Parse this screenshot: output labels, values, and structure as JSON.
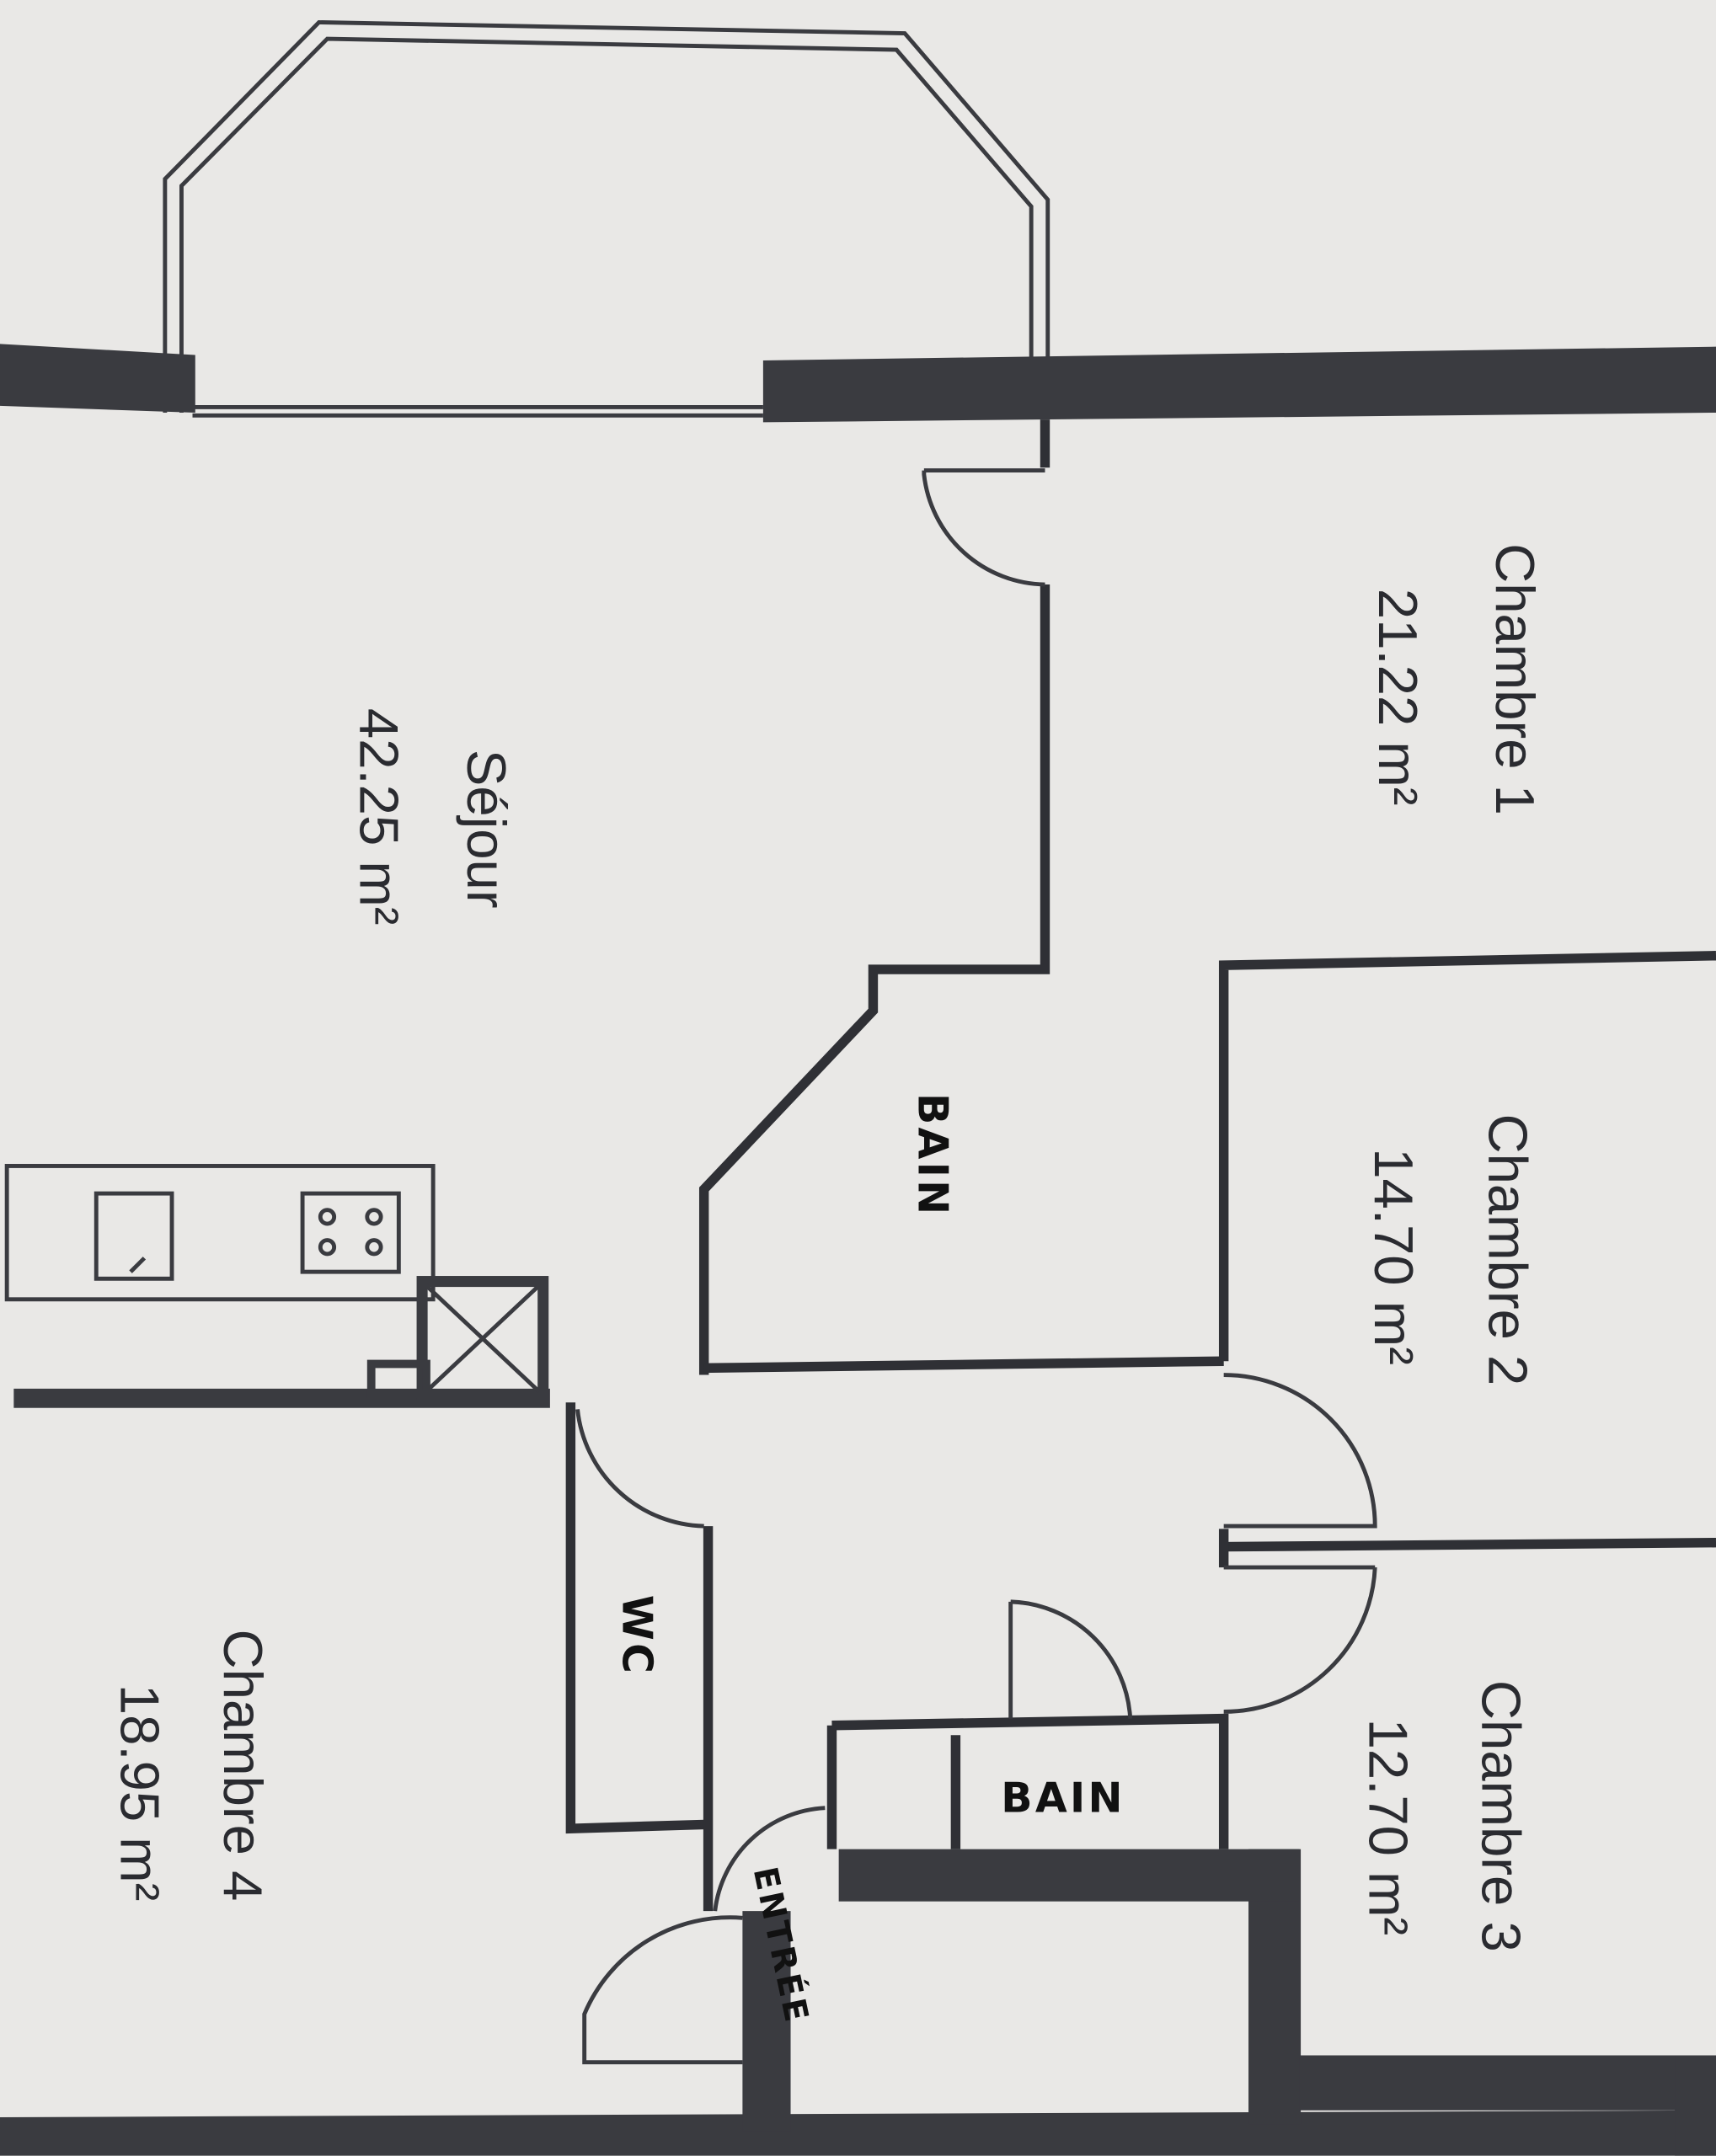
{
  "rooms": {
    "chambre1": {
      "name": "Chambre 1",
      "area": "21.22 m²"
    },
    "chambre2": {
      "name": "Chambre 2",
      "area": "14.70 m²"
    },
    "chambre3": {
      "name": "Chambre 3",
      "area": "12.70 m²"
    },
    "chambre4": {
      "name": "Chambre 4",
      "area": "18.95 m²"
    },
    "sejour": {
      "name": "Séjour",
      "area": "42.25 m²"
    }
  },
  "handwritten": {
    "bain1": "BAIN",
    "bain2": "BAIN",
    "wc": "WC",
    "entree": "ENTRÉE"
  },
  "colors": {
    "wall": "#3a3b40",
    "paper": "#e9e8e6"
  }
}
